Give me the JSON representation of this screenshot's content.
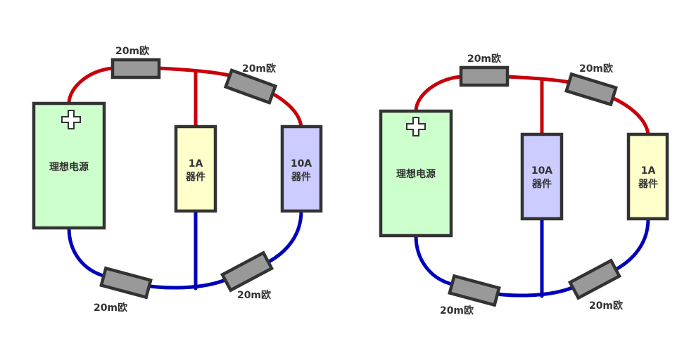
{
  "colors": {
    "positive_wire": "#c8000a",
    "negative_wire": "#0000bb",
    "source_fill": "#ccffcc",
    "device_1a_fill": "#ffffcc",
    "device_10a_fill": "#ccccff",
    "resistor_fill": "#999999",
    "outline": "#333333"
  },
  "left": {
    "source_label": "理想电源",
    "source_symbol": "plus-icon",
    "resistor_top_left": "20m欧",
    "resistor_top_right": "20m欧",
    "resistor_bottom_left": "20m欧",
    "resistor_bottom_right": "20m欧",
    "middle_device": {
      "line1": "1A",
      "line2": "器件"
    },
    "right_device": {
      "line1": "10A",
      "line2": "器件"
    }
  },
  "right": {
    "source_label": "理想电源",
    "source_symbol": "plus-icon",
    "resistor_top_left": "20m欧",
    "resistor_top_right": "20m欧",
    "resistor_bottom_left": "20m欧",
    "resistor_bottom_right": "20m欧",
    "middle_device": {
      "line1": "10A",
      "line2": "器件"
    },
    "right_device": {
      "line1": "1A",
      "line2": "器件"
    }
  }
}
